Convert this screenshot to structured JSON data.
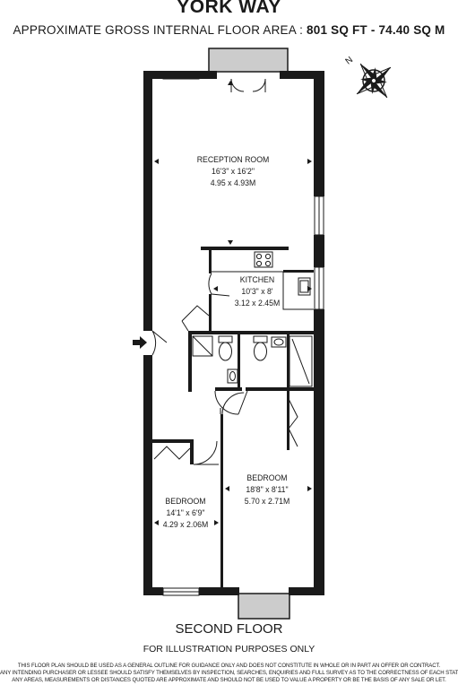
{
  "header": {
    "title": "YORK WAY",
    "area_label": "APPROXIMATE GROSS INTERNAL FLOOR AREA :",
    "area_value": "801 SQ FT  -  74.40 SQ M"
  },
  "compass": {
    "label": "N",
    "icon": "compass-rose-icon"
  },
  "rooms": {
    "reception": {
      "name": "RECEPTION ROOM",
      "imperial": "16'3\" x 16'2\"",
      "metric": "4.95 x 4.93M"
    },
    "kitchen": {
      "name": "KITCHEN",
      "imperial": "10'3\" x 8'",
      "metric": "3.12 x 2.45M"
    },
    "bedroom1": {
      "name": "BEDROOM",
      "imperial": "18'8\" x 8'11\"",
      "metric": "5.70 x 2.71M"
    },
    "bedroom2": {
      "name": "BEDROOM",
      "imperial": "14'1\" x 6'9\"",
      "metric": "4.29 x 2.06M"
    }
  },
  "footer": {
    "floor": "SECOND FLOOR",
    "illustration": "FOR ILLUSTRATION PURPOSES ONLY",
    "disclaimer_1": "THIS FLOOR PLAN SHOULD BE USED AS A GENERAL OUTLINE FOR GUIDANCE ONLY AND DOES NOT CONSTITUTE IN WHOLE OR IN PART AN OFFER OR CONTRACT.",
    "disclaimer_2": "ANY INTENDING PURCHASER OR LESSEE SHOULD SATISFY THEMSELVES BY INSPECTION, SEARCHES, ENQUIRIES AND FULL SURVEY AS TO THE CORRECTNESS OF EACH STATEMENT.",
    "disclaimer_3": "ANY AREAS, MEASUREMENTS OR DISTANCES QUOTED ARE APPROXIMATE AND SHOULD NOT BE USED TO VALUE A PROPERTY OR BE THE BASIS OF ANY SALE OR LET."
  },
  "colors": {
    "wall": "#1a1a1a",
    "bay_window": "#cccccc"
  }
}
